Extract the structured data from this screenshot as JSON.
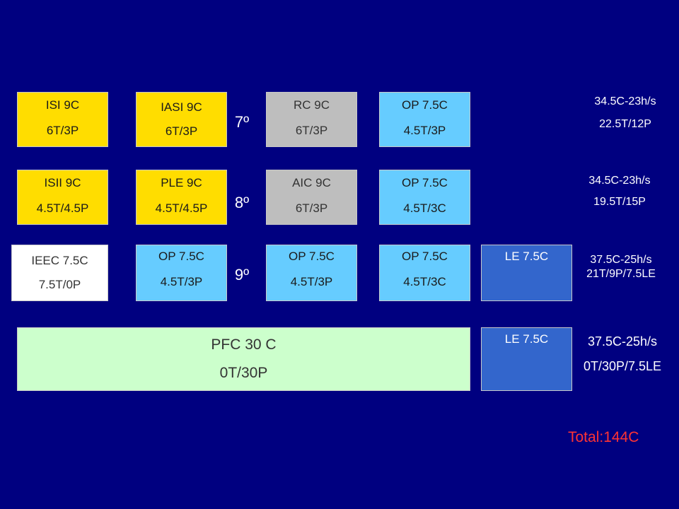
{
  "rows": [
    {
      "semester": "7º",
      "boxes": [
        {
          "name": "ISI 9C",
          "hours": "6T/3P"
        },
        {
          "name": "IASI 9C",
          "hours": "6T/3P"
        },
        {
          "name": "RC 9C",
          "hours": "6T/3P"
        },
        {
          "name": "OP 7.5C",
          "hours": "4.5T/3P"
        }
      ],
      "summary": {
        "credits": "34.5C-23h/s",
        "split": "22.5T/12P"
      }
    },
    {
      "semester": "8º",
      "boxes": [
        {
          "name": "ISII 9C",
          "hours": "4.5T/4.5P"
        },
        {
          "name": "PLE 9C",
          "hours": "4.5T/4.5P"
        },
        {
          "name": "AIC 9C",
          "hours": "6T/3P"
        },
        {
          "name": "OP 7.5C",
          "hours": "4.5T/3C"
        }
      ],
      "summary": {
        "credits": "34.5C-23h/s",
        "split": "19.5T/15P"
      }
    },
    {
      "semester": "9º",
      "boxes": [
        {
          "name": "IEEC 7.5C",
          "hours": "7.5T/0P"
        },
        {
          "name": "OP 7.5C",
          "hours": "4.5T/3P"
        },
        {
          "name": "OP 7.5C",
          "hours": "4.5T/3P"
        },
        {
          "name": "OP 7.5C",
          "hours": "4.5T/3C"
        },
        {
          "name": "LE 7.5C"
        }
      ],
      "summary": {
        "credits": "37.5C-25h/s",
        "split": "21T/9P/7.5LE"
      }
    },
    {
      "boxes": [
        {
          "name": "PFC 30 C",
          "hours": "0T/30P"
        },
        {
          "name": "LE 7.5C"
        }
      ],
      "summary": {
        "credits": "37.5C-25h/s",
        "split": "0T/30P/7.5LE"
      }
    }
  ],
  "total": "Total:144C",
  "colors": {
    "background": "#000080",
    "core": "#ffdd00",
    "gray": "#bebebe",
    "optional": "#66ccff",
    "white": "#ffffff",
    "project": "#ccffcc",
    "elective": "#3366cc",
    "total": "#ff3333"
  }
}
